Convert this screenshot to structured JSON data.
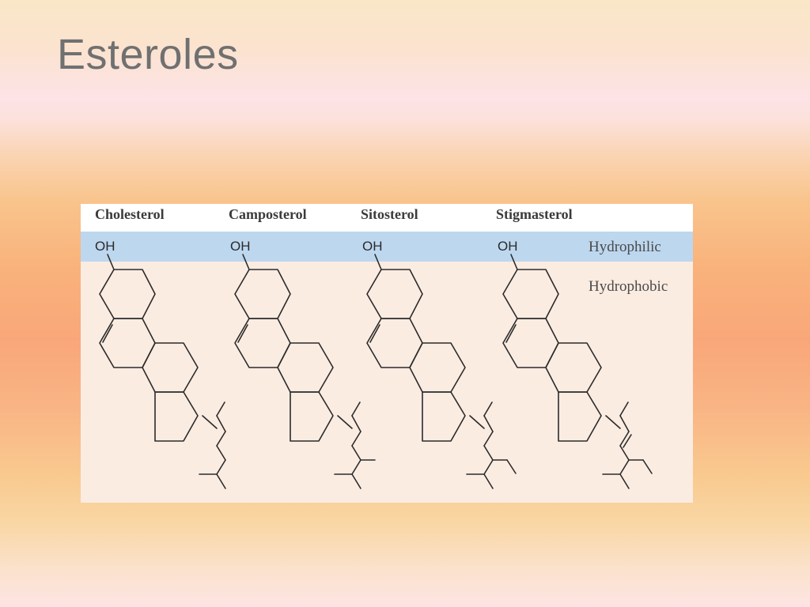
{
  "slide": {
    "title": "Esteroles"
  },
  "figure": {
    "molecules": [
      {
        "name": "Cholesterol",
        "oh": "OH"
      },
      {
        "name": "Camposterol",
        "oh": "OH"
      },
      {
        "name": "Sitosterol",
        "oh": "OH"
      },
      {
        "name": "Stigmasterol",
        "oh": "OH"
      }
    ],
    "regions": {
      "hydrophilic": "Hydrophilic",
      "hydrophobic": "Hydrophobic"
    }
  }
}
